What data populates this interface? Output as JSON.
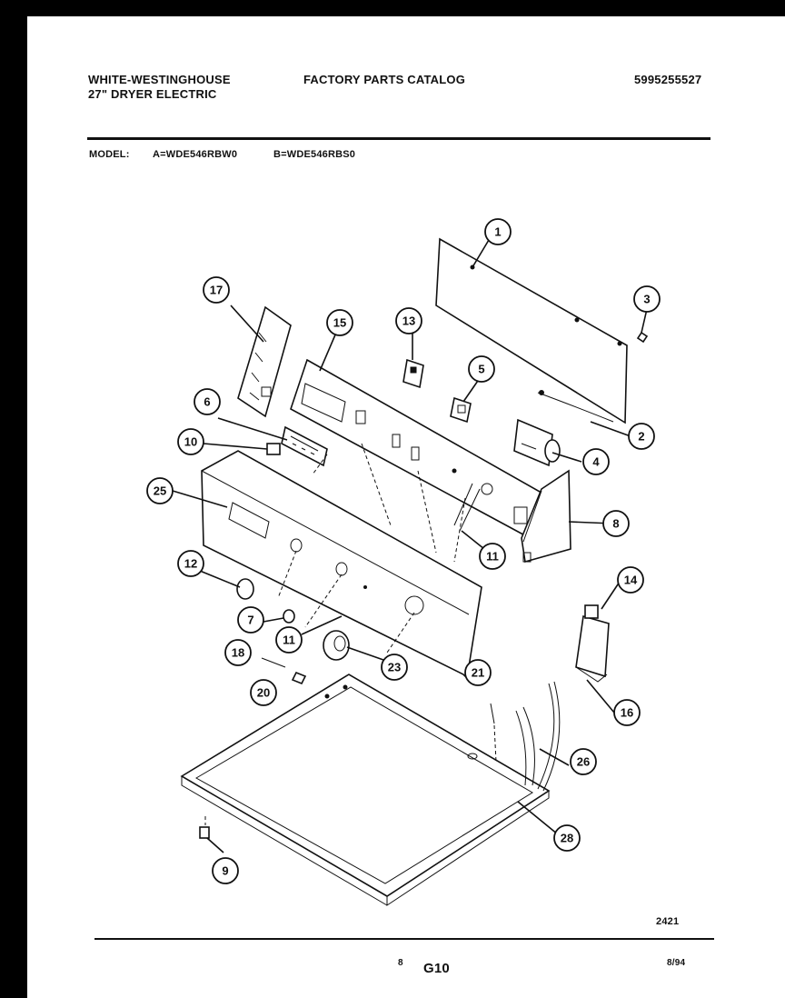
{
  "header": {
    "brand_line1": "WHITE-WESTINGHOUSE",
    "brand_line2": "27\" DRYER ELECTRIC",
    "catalog_title": "FACTORY PARTS CATALOG",
    "catalog_number": "5995255527"
  },
  "model": {
    "label": "MODEL:",
    "model_a": "A=WDE546RBW0",
    "model_b": "B=WDE546RBS0"
  },
  "callouts": [
    "1",
    "2",
    "3",
    "4",
    "5",
    "6",
    "7",
    "8",
    "9",
    "10",
    "11",
    "11",
    "12",
    "13",
    "14",
    "15",
    "16",
    "17",
    "18",
    "20",
    "21",
    "23",
    "25",
    "26",
    "28"
  ],
  "footer": {
    "drawing_number": "2421",
    "page_small": "8",
    "page_code": "G10",
    "date": "8/94"
  }
}
